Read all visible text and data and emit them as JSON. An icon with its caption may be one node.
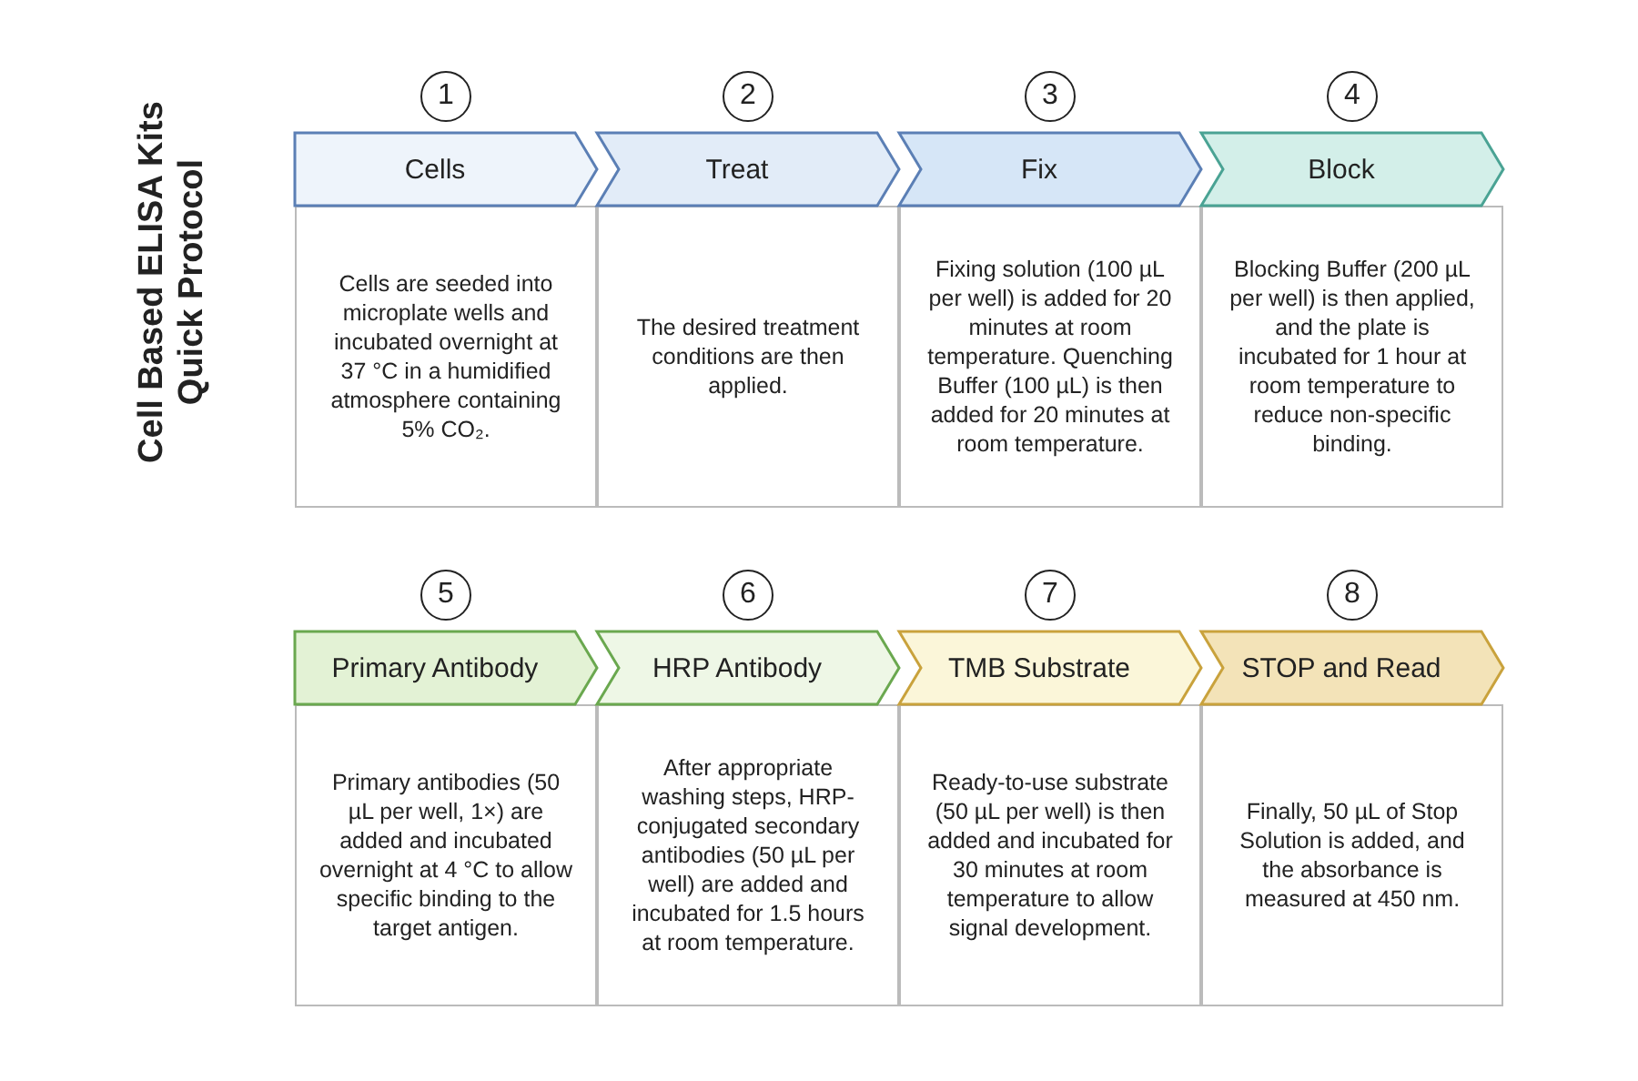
{
  "diagram": {
    "title": "Cell Based ELISA Kits Quick Protocol",
    "nodes": [
      {
        "text": [
          "1"
        ]
      },
      {
        "text": [
          "2"
        ]
      },
      {
        "text": [
          "3"
        ]
      },
      {
        "text": [
          "4"
        ]
      },
      {
        "text": [
          "Cells"
        ]
      },
      {
        "text": [
          "Treat"
        ]
      },
      {
        "text": [
          "Fix"
        ]
      },
      {
        "text": [
          "Block"
        ]
      },
      {
        "text": [
          "Cells are seeded into microplate wells and incubated overnight at 37 °C in a humidified atmosphere containing 5% CO₂."
        ]
      },
      {
        "text": [
          "The desired treatment conditions are then applied."
        ]
      },
      {
        "text": [
          "Fixing solution (100 µL per well) is added for 20 minutes at room temperature. Quenching Buffer (100 µL) is then added for 20 minutes at room temperature."
        ]
      },
      {
        "text": [
          "Blocking Buffer (200 µL per well) is then applied, and the plate is incubated for 1 hour at room temperature to reduce non-specific binding."
        ]
      },
      {
        "text": [
          "5"
        ]
      },
      {
        "text": [
          "6"
        ]
      },
      {
        "text": [
          "7"
        ]
      },
      {
        "text": [
          "8"
        ]
      },
      {
        "text": [
          "Primary Antibody"
        ]
      },
      {
        "text": [
          "HRP Antibody"
        ]
      },
      {
        "text": [
          "TMB Substrate"
        ]
      },
      {
        "text": [
          "STOP and Read"
        ]
      },
      {
        "text": [
          "Primary antibodies (50 µL per well, 1×) are added and incubated overnight at 4 °C to allow specific binding to the target antigen."
        ]
      },
      {
        "text": [
          "After appropriate washing steps, HRP-conjugated secondary antibodies (50 µL per well) are added and incubated for 1.5 hours at room temperature."
        ]
      },
      {
        "text": [
          "Ready-to-use substrate (50 µL per well) is then added and incubated for 30 minutes at room temperature to allow signal development."
        ]
      },
      {
        "text": [
          "Finally, 50 µL of Stop Solution is added, and the absorbance is measured at 450 nm."
        ]
      }
    ],
    "edges": []
  }
}
